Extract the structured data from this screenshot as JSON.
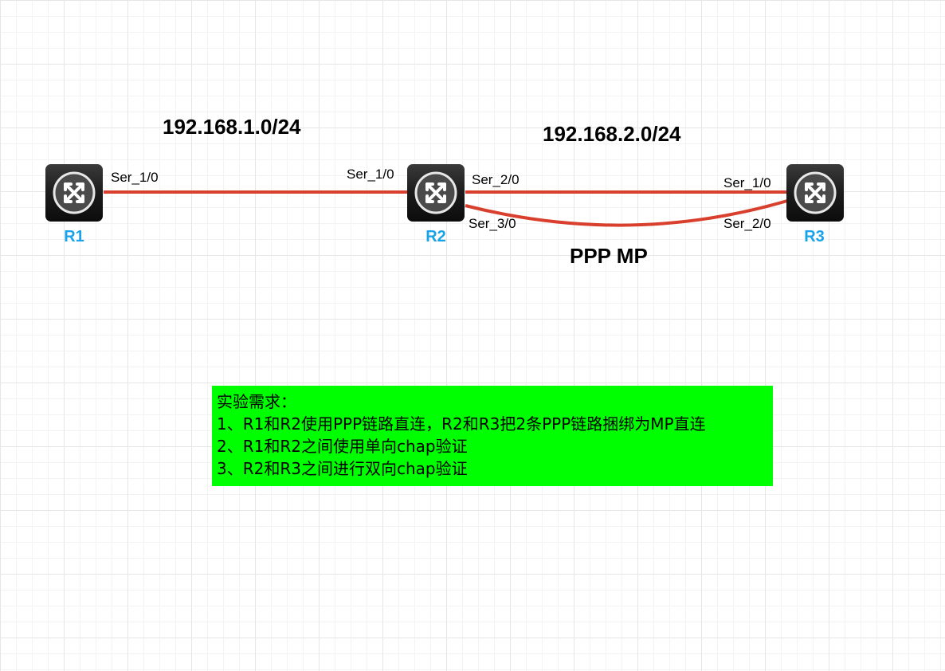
{
  "routers": [
    {
      "id": "r1",
      "label": "R1"
    },
    {
      "id": "r2",
      "label": "R2"
    },
    {
      "id": "r3",
      "label": "R3"
    }
  ],
  "interfaces": {
    "r1_ser_1_0": "Ser_1/0",
    "r2_ser_1_0": "Ser_1/0",
    "r2_ser_2_0": "Ser_2/0",
    "r2_ser_3_0": "Ser_3/0",
    "r3_ser_1_0": "Ser_1/0",
    "r3_ser_2_0": "Ser_2/0"
  },
  "subnets": {
    "left": "192.168.1.0/24",
    "right": "192.168.2.0/24"
  },
  "bundle_label": "PPP MP",
  "requirements": {
    "title": "实验需求：",
    "items": [
      "1、R1和R2使用PPP链路直连，R2和R3把2条PPP链路捆绑为MP直连",
      "2、R1和R2之间使用单向chap验证",
      "3、R2和R3之间进行双向chap验证"
    ]
  },
  "colors": {
    "link": "#d8402d",
    "router_label": "#1aa3e8",
    "note_background": "#00ff00",
    "router_body": "#1e1e1e"
  },
  "icons": {
    "router": "router-icon"
  }
}
